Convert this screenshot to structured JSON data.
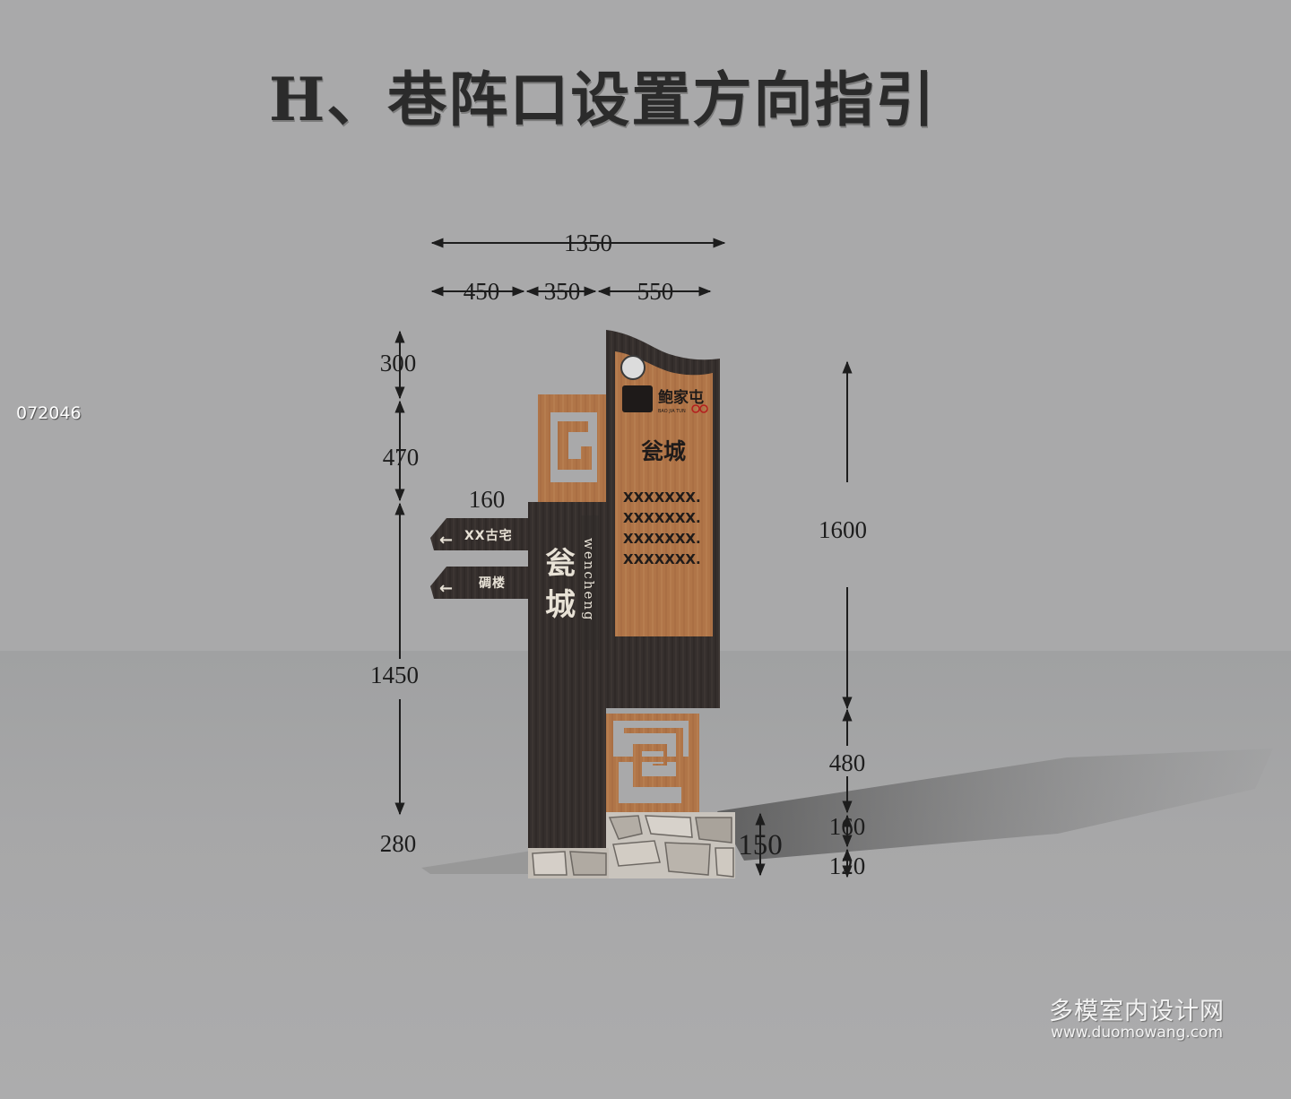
{
  "title": "H、巷阵口设置方向指引",
  "image_code": "072046",
  "dimensions": {
    "total_width": "1350",
    "width_left": "450",
    "width_mid": "350",
    "width_right": "550",
    "left_top": "300",
    "left_upper": "470",
    "left_arm": "160",
    "left_lower": "1450",
    "left_base": "280",
    "right_panel": "1600",
    "right_frame": "480",
    "right_stone": "160",
    "right_foot": "120",
    "stone_height": "150"
  },
  "sign": {
    "brand_logo_text": "鲍家屯",
    "brand_logo_small": "BAO JIA TUN",
    "panel_heading": "瓮城",
    "panel_lines": [
      "XXXXXXX.",
      "XXXXXXX.",
      "XXXXXXX.",
      "XXXXXXX."
    ],
    "post_title_1": "瓮",
    "post_title_2": "城",
    "post_pinyin": "wencheng",
    "arrow_1_label": "XX古宅",
    "arrow_2_label": "碉楼",
    "arrow_glyph": "←"
  },
  "watermark": {
    "name": "多模室内设计网",
    "url": "www.duomowang.com"
  },
  "colors": {
    "background": "#a9a9aa",
    "dark_wood": "#352f2d",
    "light_wood": "#b07548",
    "stone": "#c9c4bd",
    "dimension_line": "#1d1d1d"
  }
}
